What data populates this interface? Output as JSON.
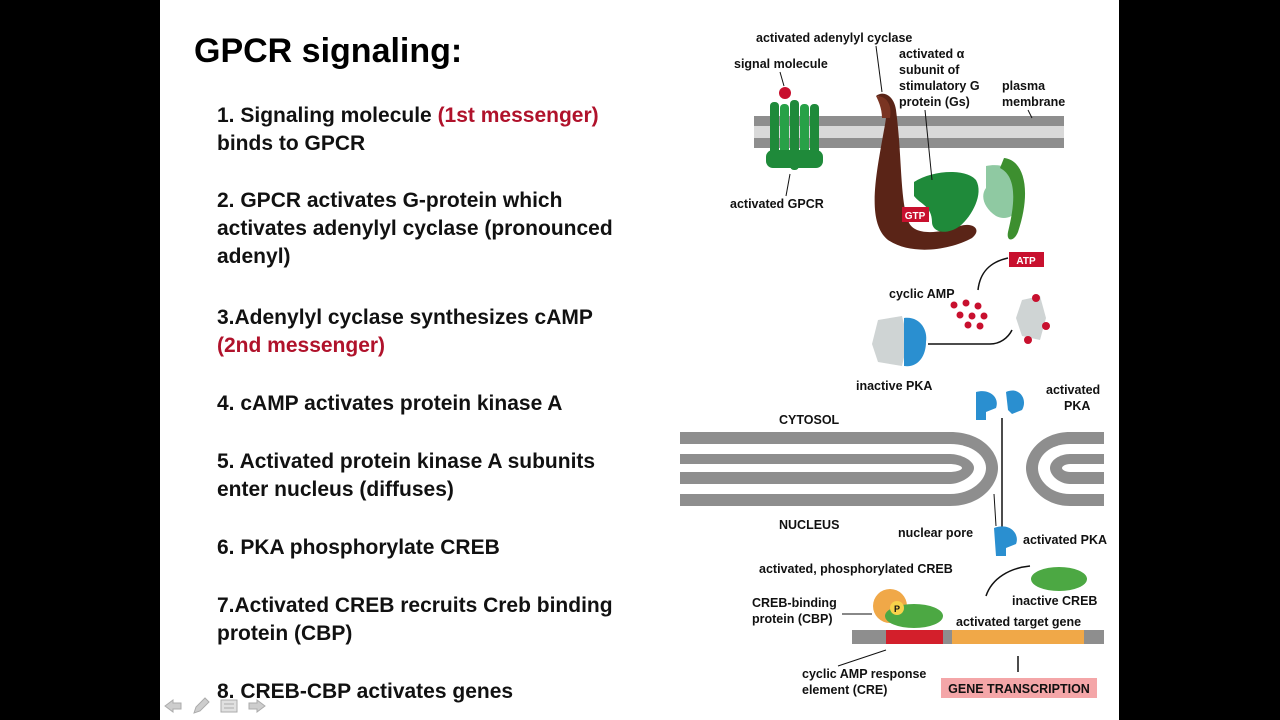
{
  "title": "GPCR signaling:",
  "steps": [
    {
      "lines": [
        {
          "parts": [
            "1. Signaling molecule ",
            "(1st messenger)"
          ]
        },
        {
          "parts": [
            "binds to GPCR"
          ]
        }
      ]
    },
    {
      "lines": [
        {
          "parts": [
            "2. GPCR activates G-protein which"
          ]
        },
        {
          "parts": [
            "activates adenylyl cyclase (pronounced"
          ]
        },
        {
          "parts": [
            "adenyl)"
          ]
        }
      ]
    },
    {
      "lines": [
        {
          "parts": [
            "3.Adenylyl cyclase synthesizes cAMP"
          ]
        },
        {
          "parts": [
            "(2nd messenger)"
          ]
        }
      ]
    },
    {
      "lines": [
        {
          "parts": [
            "4. cAMP activates protein kinase A"
          ]
        }
      ]
    },
    {
      "lines": [
        {
          "parts": [
            "5. Activated protein kinase A subunits"
          ]
        },
        {
          "parts": [
            "  enter nucleus (diffuses)"
          ]
        }
      ]
    },
    {
      "lines": [
        {
          "parts": [
            "6. PKA phosphorylate CREB"
          ]
        }
      ]
    },
    {
      "lines": [
        {
          "parts": [
            "7.Activated CREB recruits Creb binding"
          ]
        },
        {
          "parts": [
            "protein (CBP)"
          ]
        }
      ]
    },
    {
      "lines": [
        {
          "parts": [
            "8. CREB-CBP activates genes"
          ]
        }
      ]
    }
  ],
  "diagram": {
    "activated_adenylyl_cyclase": "activated adenylyl cyclase",
    "signal_molecule": "signal molecule",
    "alpha_1": "activated α",
    "alpha_2": "subunit of",
    "alpha_3": "stimulatory G",
    "alpha_4": "protein (Gs)",
    "plasma_1": "plasma",
    "plasma_2": "membrane",
    "activated_gpcr": "activated GPCR",
    "gtp": "GTP",
    "atp": "ATP",
    "cyclic_amp": "cyclic AMP",
    "inactive_pka": "inactive PKA",
    "activated_pka_1": "activated",
    "activated_pka_2": "PKA",
    "cytosol": "CYTOSOL",
    "nucleus": "NUCLEUS",
    "nuclear_pore": "nuclear pore",
    "activated_pka_nuc": "activated PKA",
    "activated_phos_creb": "activated, phosphorylated CREB",
    "cbp_1": "CREB-binding",
    "cbp_2": "protein (CBP)",
    "inactive_creb": "inactive CREB",
    "target_gene": "activated target gene",
    "p": "P",
    "cre_1": "cyclic AMP response",
    "cre_2": "element (CRE)",
    "gene_transcription": "GENE TRANSCRIPTION"
  },
  "toolbar": [
    "back-arrow-icon",
    "pen-icon",
    "menu-icon",
    "forward-arrow-icon"
  ]
}
